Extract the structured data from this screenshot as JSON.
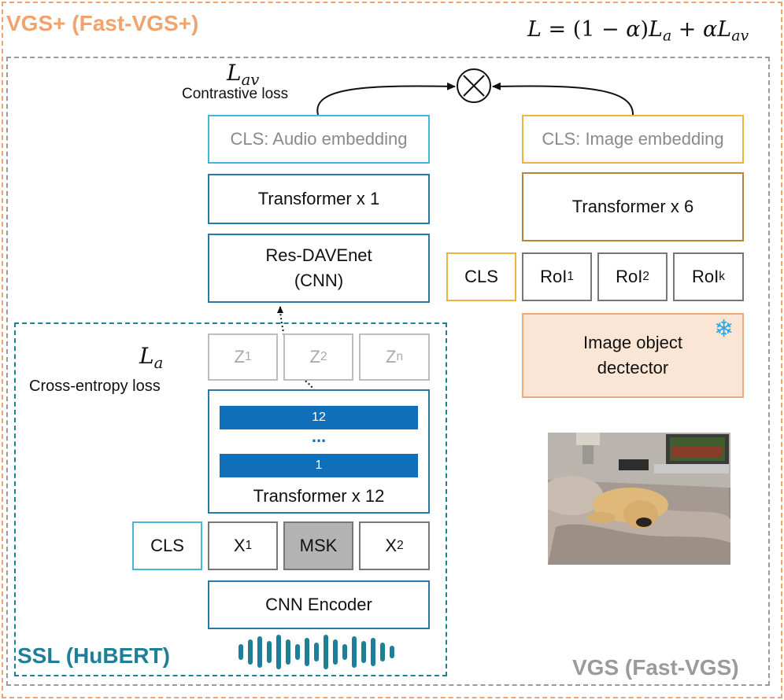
{
  "frames": {
    "outer_label": "VGS+ (Fast-VGS+)",
    "vgs_label": "VGS (Fast-VGS)",
    "ssl_label": "SSL (HuBERT)"
  },
  "equation": {
    "lhs": "L",
    "eq": " = (1 − ",
    "alpha": "α",
    "close": ")",
    "la_main": "L",
    "la_sub": "a",
    "plus": " + ",
    "alpha2": "α",
    "lav_main": "L",
    "lav_sub": "av"
  },
  "audio_branch": {
    "lav_main": "L",
    "lav_sub": "av",
    "contrastive_label": "Contrastive loss",
    "cls_audio": "CLS: Audio embedding",
    "transformer_1": "Transformer x 1",
    "resdave_line1": "Res-DAVEnet",
    "resdave_line2": "(CNN)"
  },
  "image_branch": {
    "cls_image": "CLS: Image embedding",
    "transformer_6": "Transformer x 6",
    "cls": "CLS",
    "rois": [
      {
        "main": "RoI",
        "sub": "1"
      },
      {
        "main": "RoI",
        "sub": "2"
      },
      {
        "main": "RoI",
        "sub": "k"
      }
    ],
    "detector_line1": "Image object",
    "detector_line2": "dectector",
    "frozen_icon": "snowflake-icon"
  },
  "hubert": {
    "la_main": "L",
    "la_sub": "a",
    "crossentropy_label": "Cross-entropy loss",
    "targets": [
      {
        "main": "Z",
        "sub": "1"
      },
      {
        "main": "Z",
        "sub": "2"
      },
      {
        "main": "Z",
        "sub": "n"
      }
    ],
    "layer_top": "12",
    "layer_dots": "...",
    "layer_bottom": "1",
    "transformer_12": "Transformer x 12",
    "cls": "CLS",
    "x1_main": "X",
    "x1_sub": "1",
    "msk": "MSK",
    "x2_main": "X",
    "x2_sub": "2",
    "cnn_encoder": "CNN Encoder",
    "waveform_icon": "waveform-icon"
  },
  "colors": {
    "outer_frame": "#f0a36c",
    "vgs_frame": "#9a9a9a",
    "ssl_frame": "#1f7f96",
    "teal_border": "#2878a8",
    "layer_fill": "#0f6fb8",
    "cls_audio_border": "#43b6d9",
    "cls_image_border": "#ecb43e",
    "transformer6_border": "#b8823c",
    "detector_fill": "#fbe6d6",
    "msk_fill": "#b3b3b3",
    "waveform": "#1f7f96"
  }
}
